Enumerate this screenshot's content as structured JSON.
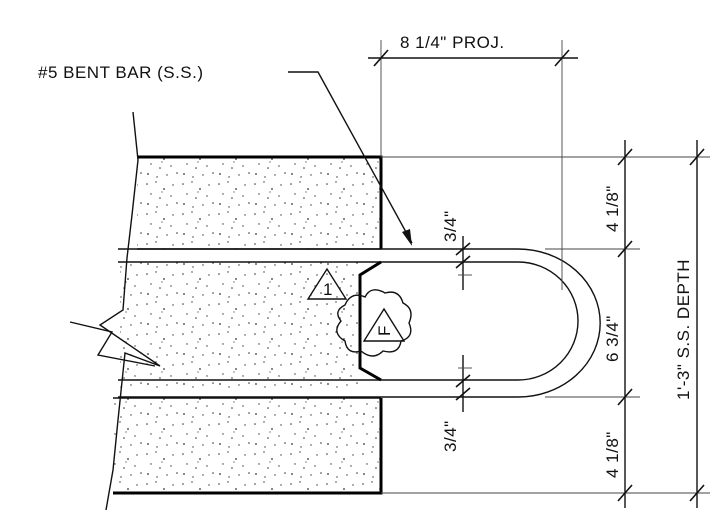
{
  "labels": {
    "bent_bar": "#5 BENT BAR (S.S.)",
    "projection": "8 1/4\" PROJ.",
    "cover_top": "3/4\"",
    "cover_bottom": "3/4\"",
    "dim_top": "4 1/8\"",
    "dim_middle": "6 3/4\"",
    "dim_bottom": "4 1/8\"",
    "overall_depth": "1'-3\" S.S. DEPTH",
    "tag_revision": "1",
    "tag_finish": "F"
  },
  "colors": {
    "line": "#111111",
    "background": "#ffffff"
  }
}
